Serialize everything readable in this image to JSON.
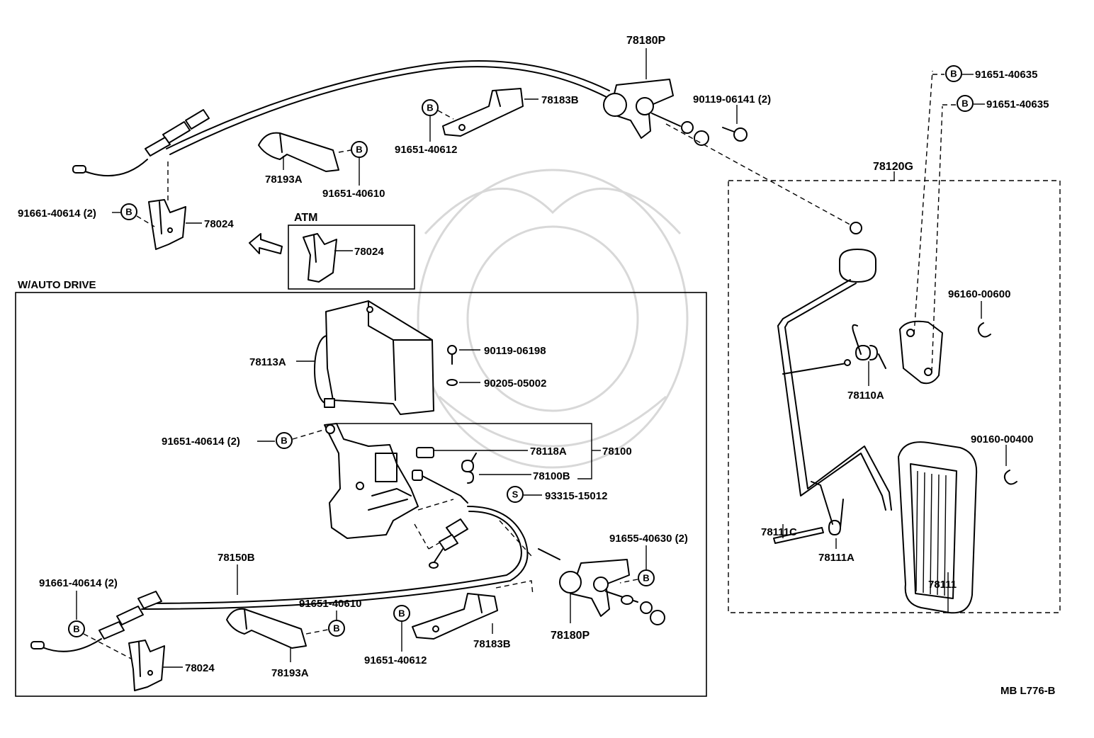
{
  "sections": {
    "atm_label": "ATM",
    "auto_drive_label": "W/AUTO DRIVE"
  },
  "parts": {
    "p78180P_top": "78180P",
    "p78183B_top": "78183B",
    "p91651_40612_top": "91651-40612",
    "p90119_06141": "90119-06141 (2)",
    "p78193A_top": "78193A",
    "p91651_40610_top": "91651-40610",
    "p91661_40614_top": "91661-40614 (2)",
    "p78024_top": "78024",
    "p78024_atm": "78024",
    "p91651_40635_a": "91651-40635",
    "p91651_40635_b": "91651-40635",
    "p78120G": "78120G",
    "p96160_00600": "96160-00600",
    "p78110A": "78110A",
    "p90160_00400": "90160-00400",
    "p78111C": "78111C",
    "p78111A": "78111A",
    "p78111": "78111",
    "p78113A": "78113A",
    "p90119_06198": "90119-06198",
    "p90205_05002": "90205-05002",
    "p91651_40614": "91651-40614 (2)",
    "p78118A": "78118A",
    "p78100": "78100",
    "p78100B": "78100B",
    "p93315_15012": "93315-15012",
    "p78150B": "78150B",
    "p91655_40630": "91655-40630 (2)",
    "p91661_40614_bot": "91661-40614 (2)",
    "p91651_40610_bot": "91651-40610",
    "p78024_bot": "78024",
    "p78193A_bot": "78193A",
    "p91651_40612_bot": "91651-40612",
    "p78183B_bot": "78183B",
    "p78180P_bot": "78180P"
  },
  "markers": {
    "b": "B",
    "s": "S"
  },
  "footer": {
    "code": "MB L776-B"
  }
}
